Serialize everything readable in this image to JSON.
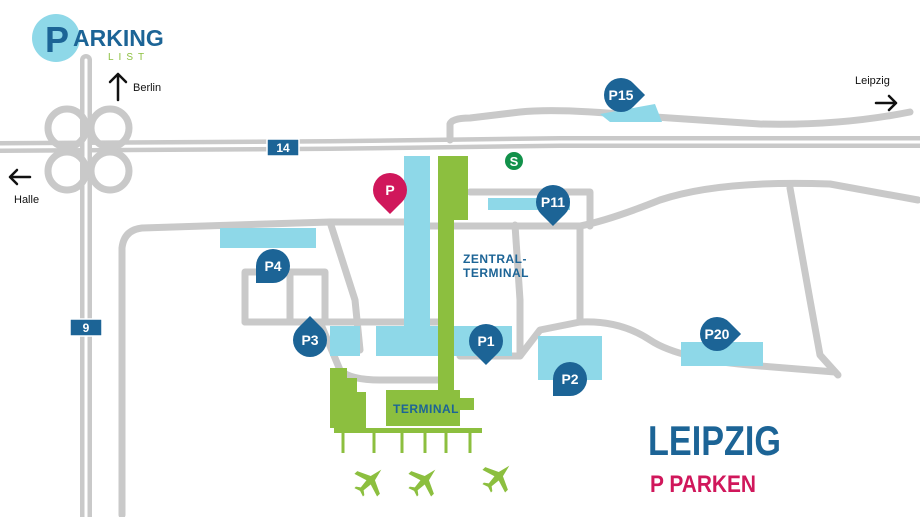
{
  "logo": {
    "word": "ARKING",
    "sub": "LIST",
    "initial": "P"
  },
  "directions": {
    "north": "Berlin",
    "east": "Leipzig",
    "west": "Halle"
  },
  "highways": {
    "h14": "14",
    "h9": "9"
  },
  "terminals": {
    "zentral_line1": "ZENTRAL-",
    "zentral_line2": "TERMINAL",
    "terminal": "TERMINAL"
  },
  "markers": {
    "p_general": "P",
    "p1": "P1",
    "p2": "P2",
    "p3": "P3",
    "p4": "P4",
    "p11": "P11",
    "p15": "P15",
    "p20": "P20"
  },
  "sbahn": "S",
  "title": {
    "main": "LEIPZIG",
    "sub": "P PARKEN"
  },
  "colors": {
    "road": "#c9c9c9",
    "parking": "#8ed8e8",
    "terminal": "#8cbf3f",
    "marker": "#1c6496",
    "marker_accent": "#d0175b",
    "highway": "#1c6496",
    "sbahn": "#12914a"
  }
}
